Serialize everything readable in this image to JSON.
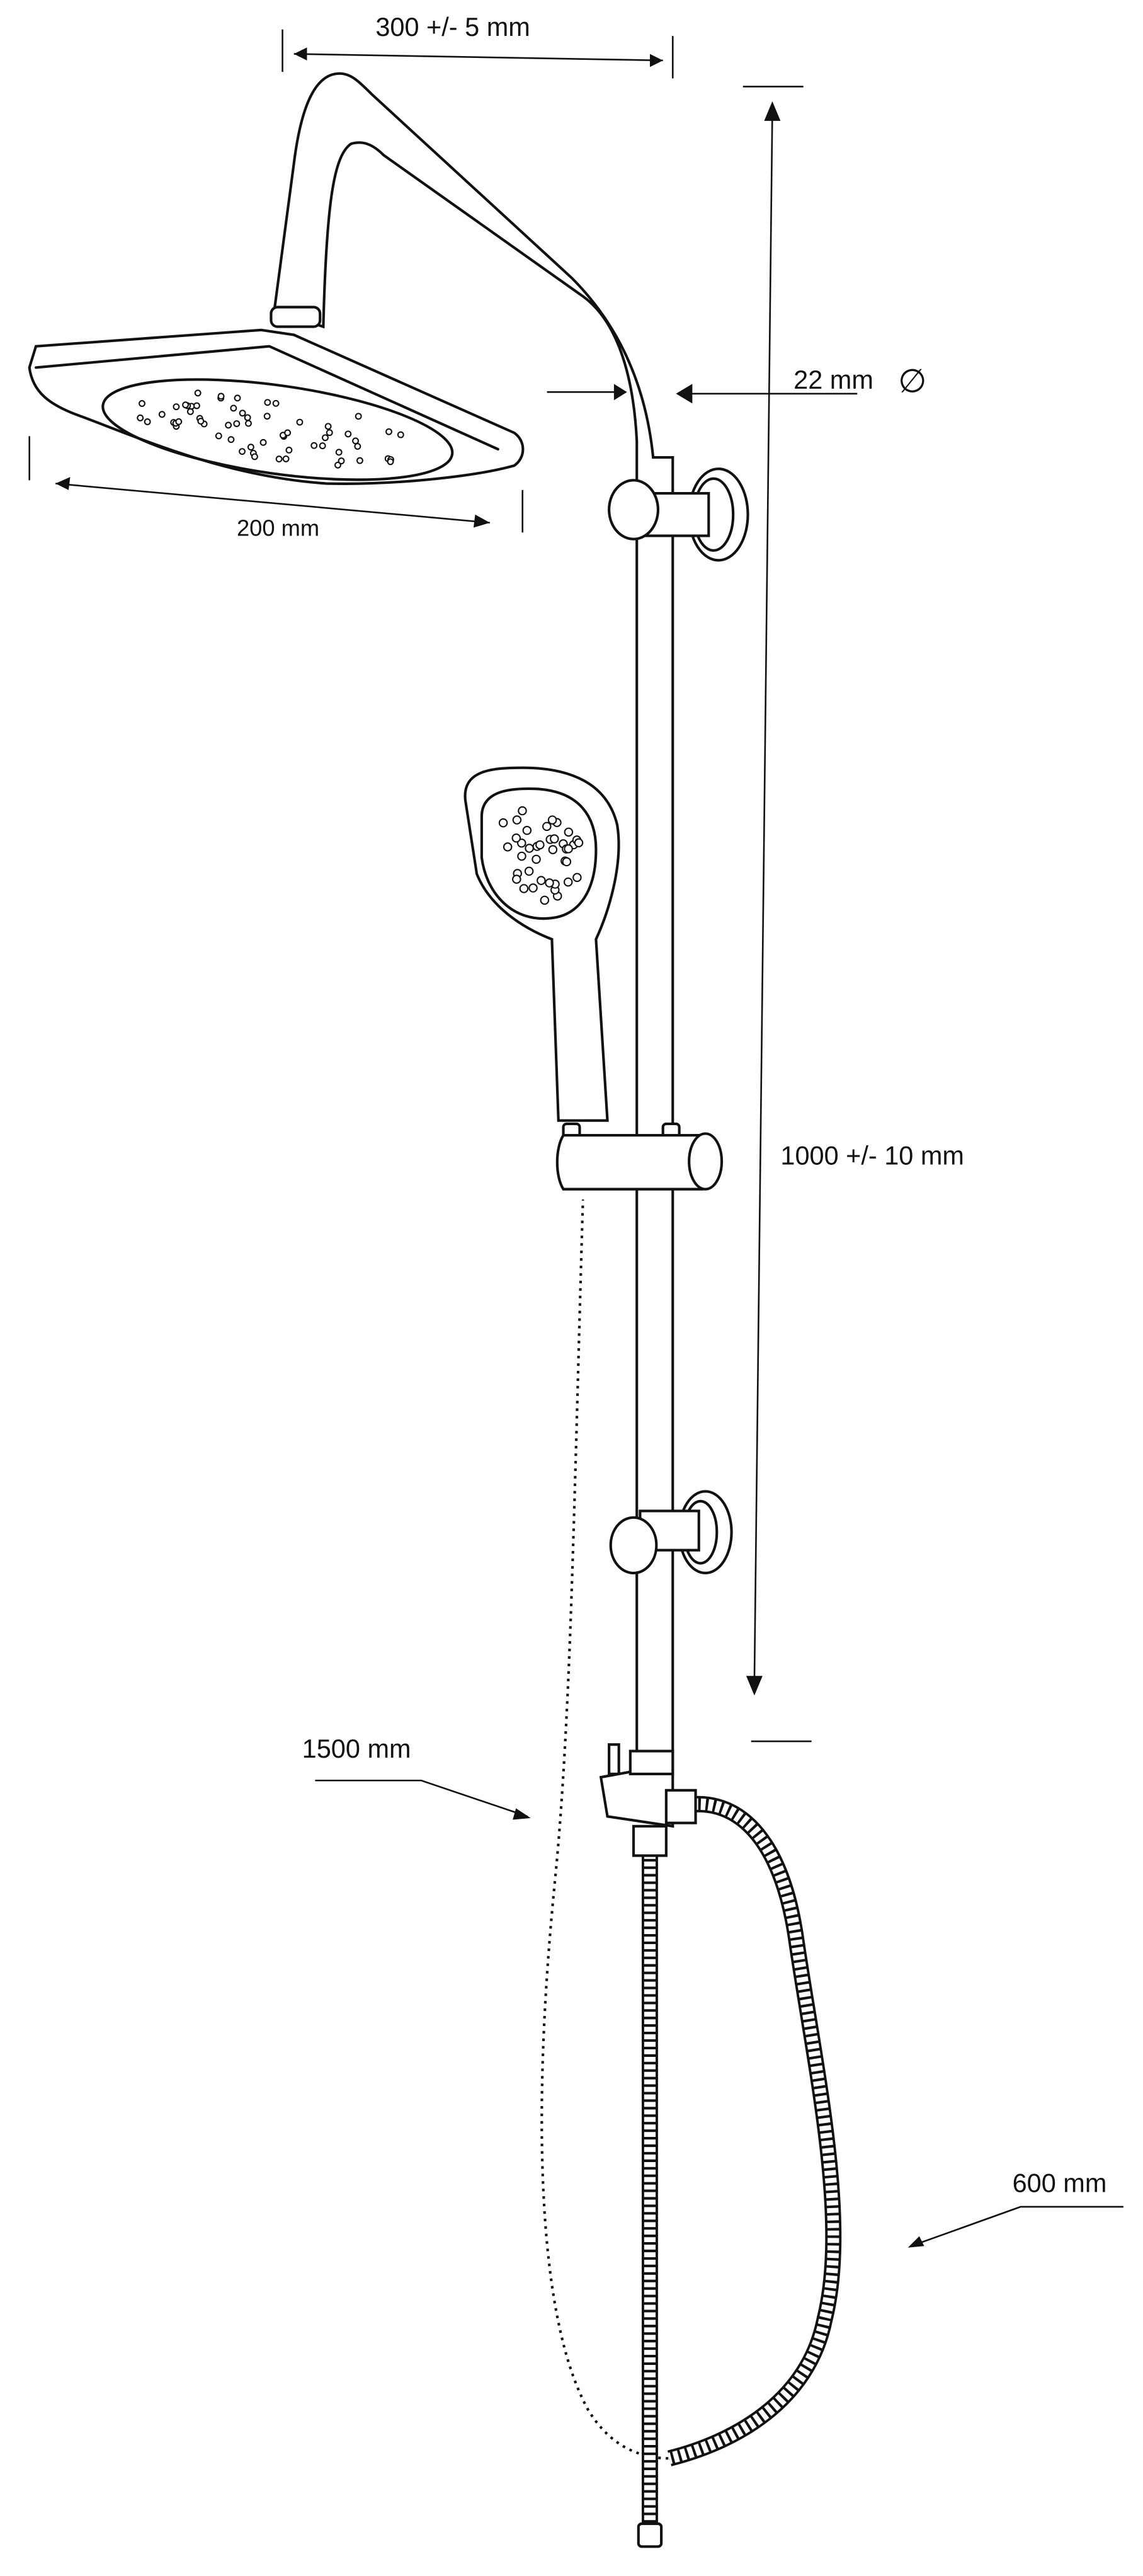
{
  "dimensions": {
    "arm_reach": "300 +/- 5 mm",
    "pipe_diameter": "22 mm",
    "diameter_symbol": "∅",
    "head_width": "200 mm",
    "rail_height": "1000 +/- 10 mm",
    "long_hose": "1500 mm",
    "short_hose": "600 mm"
  },
  "colors": {
    "line": "#111111",
    "background": "#ffffff"
  }
}
